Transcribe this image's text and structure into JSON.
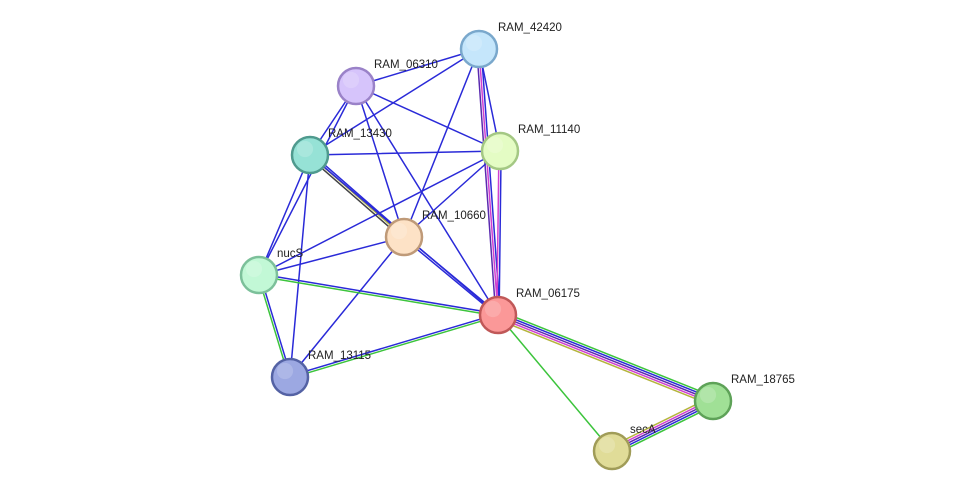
{
  "network": {
    "nodes": [
      {
        "id": "RAM_42420",
        "label": "RAM_42420",
        "fill": "#c5e6fb",
        "stroke": "#7aa8cc"
      },
      {
        "id": "RAM_06310",
        "label": "RAM_06310",
        "fill": "#d6c4fb",
        "stroke": "#9a82c8"
      },
      {
        "id": "RAM_11140",
        "label": "RAM_11140",
        "fill": "#e4fcc4",
        "stroke": "#a4c884"
      },
      {
        "id": "RAM_13430",
        "label": "RAM_13430",
        "fill": "#96e2d6",
        "stroke": "#4f9a8e"
      },
      {
        "id": "RAM_10660",
        "label": "RAM_10660",
        "fill": "#fde2c6",
        "stroke": "#bf9a78"
      },
      {
        "id": "nucS",
        "label": "nucS",
        "fill": "#c2f8d6",
        "stroke": "#7cc09a"
      },
      {
        "id": "RAM_06175",
        "label": "RAM_06175",
        "fill": "#fb9898",
        "stroke": "#c05858"
      },
      {
        "id": "RAM_13115",
        "label": "RAM_13115",
        "fill": "#9ca8e2",
        "stroke": "#5462a4"
      },
      {
        "id": "RAM_18765",
        "label": "RAM_18765",
        "fill": "#a0e096",
        "stroke": "#5ea258"
      },
      {
        "id": "secA",
        "label": "secA",
        "fill": "#e0dc98",
        "stroke": "#a09c58"
      }
    ],
    "edge_colors": {
      "blue": "#2a2ad8",
      "green": "#3cc43c",
      "magenta": "#d040d0",
      "purple": "#5a2ab0",
      "olive": "#b4b43c",
      "black": "#444444"
    },
    "edges": [
      {
        "source": "RAM_42420",
        "target": "RAM_06310",
        "colors": [
          "blue"
        ]
      },
      {
        "source": "RAM_42420",
        "target": "RAM_13430",
        "colors": [
          "blue"
        ]
      },
      {
        "source": "RAM_42420",
        "target": "RAM_11140",
        "colors": [
          "blue"
        ]
      },
      {
        "source": "RAM_42420",
        "target": "RAM_10660",
        "colors": [
          "blue"
        ]
      },
      {
        "source": "RAM_42420",
        "target": "RAM_06175",
        "colors": [
          "blue",
          "magenta",
          "purple"
        ]
      },
      {
        "source": "RAM_06310",
        "target": "RAM_13430",
        "colors": [
          "blue"
        ]
      },
      {
        "source": "RAM_06310",
        "target": "RAM_11140",
        "colors": [
          "blue"
        ]
      },
      {
        "source": "RAM_06310",
        "target": "RAM_10660",
        "colors": [
          "blue"
        ]
      },
      {
        "source": "RAM_06310",
        "target": "RAM_06175",
        "colors": [
          "blue"
        ]
      },
      {
        "source": "RAM_06310",
        "target": "nucS",
        "colors": [
          "blue"
        ]
      },
      {
        "source": "RAM_13430",
        "target": "RAM_11140",
        "colors": [
          "blue"
        ]
      },
      {
        "source": "RAM_13430",
        "target": "RAM_10660",
        "colors": [
          "blue",
          "olive",
          "black"
        ]
      },
      {
        "source": "RAM_13430",
        "target": "nucS",
        "colors": [
          "blue"
        ]
      },
      {
        "source": "RAM_13430",
        "target": "RAM_13115",
        "colors": [
          "blue"
        ]
      },
      {
        "source": "RAM_13430",
        "target": "RAM_06175",
        "colors": [
          "blue"
        ]
      },
      {
        "source": "RAM_11140",
        "target": "RAM_10660",
        "colors": [
          "blue"
        ]
      },
      {
        "source": "RAM_11140",
        "target": "nucS",
        "colors": [
          "blue"
        ]
      },
      {
        "source": "RAM_11140",
        "target": "RAM_06175",
        "colors": [
          "blue",
          "magenta"
        ]
      },
      {
        "source": "RAM_10660",
        "target": "nucS",
        "colors": [
          "blue"
        ]
      },
      {
        "source": "RAM_10660",
        "target": "RAM_06175",
        "colors": [
          "blue",
          "blue"
        ]
      },
      {
        "source": "RAM_10660",
        "target": "RAM_13115",
        "colors": [
          "blue"
        ]
      },
      {
        "source": "nucS",
        "target": "RAM_06175",
        "colors": [
          "blue",
          "green"
        ]
      },
      {
        "source": "nucS",
        "target": "RAM_13115",
        "colors": [
          "blue",
          "green"
        ]
      },
      {
        "source": "RAM_13115",
        "target": "RAM_06175",
        "colors": [
          "blue",
          "green"
        ]
      },
      {
        "source": "RAM_06175",
        "target": "RAM_18765",
        "colors": [
          "green",
          "blue",
          "purple",
          "magenta",
          "olive"
        ]
      },
      {
        "source": "RAM_06175",
        "target": "secA",
        "colors": [
          "green"
        ]
      },
      {
        "source": "RAM_18765",
        "target": "secA",
        "colors": [
          "green",
          "blue",
          "purple",
          "magenta",
          "olive"
        ]
      }
    ]
  }
}
